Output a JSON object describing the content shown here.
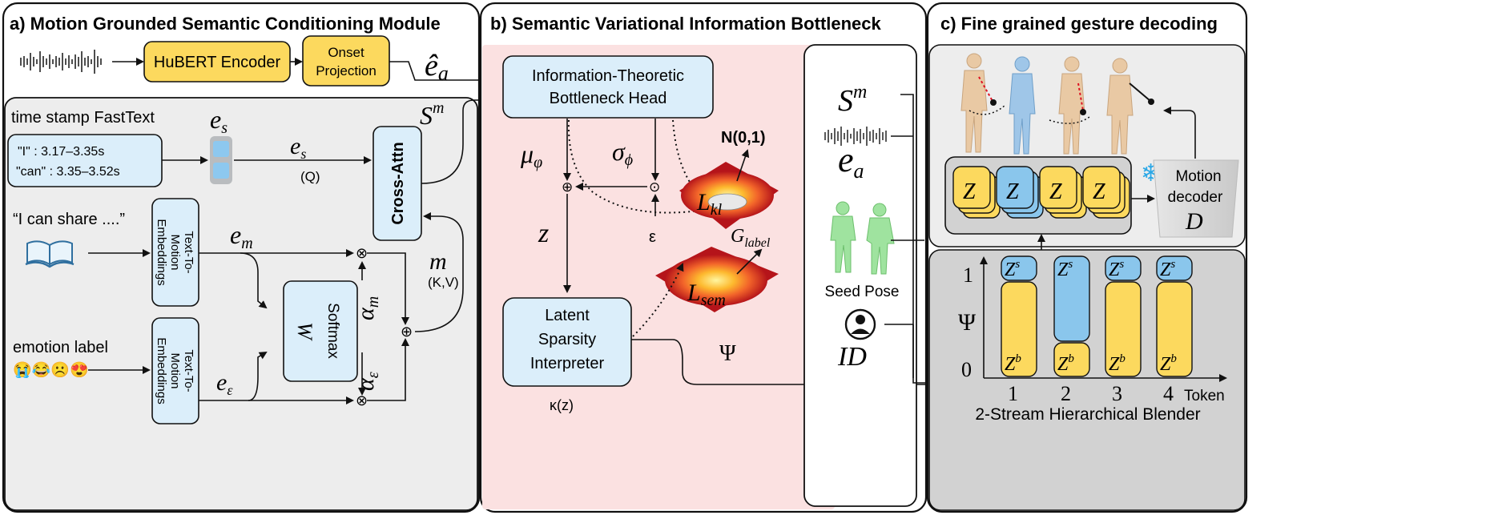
{
  "colors": {
    "yellow_box": "#fcd95e",
    "blue_box": "#dbeefa",
    "blue_token": "#8ac6ec",
    "pink_panel": "#fbe1e1",
    "gray_panel": "#ededed",
    "dark_gray_panel": "#d2d2d2",
    "green_body": "#9fe39f",
    "skin_body": "#e9c9a4",
    "blue_body": "#9fc6e8"
  },
  "panel_a": {
    "title": "a) Motion Grounded Semantic Conditioning Module",
    "hubert": "HuBERT Encoder",
    "onset": [
      "Onset",
      "Projection"
    ],
    "ea_hat": "ê",
    "ea_hat_sub": "a",
    "timestamp_label": "time stamp  FastText",
    "es": "e",
    "es_sub": "s",
    "es2": "e",
    "es2_sub": "s",
    "q": "(Q)",
    "sm": "S",
    "sm_sup": "m",
    "cross_attn": "Cross-Attn",
    "timestamps": [
      "\"I\" : 3.17–3.35s",
      "\"can\" : 3.35–3.52s"
    ],
    "quote": "“I can share ....”",
    "book_icon": "book-icon",
    "ttm": [
      "Text-To-",
      "Motion",
      "Embeddings"
    ],
    "em": "e",
    "em_sub": "m",
    "m": "m",
    "kv": "(K,V)",
    "softmax": "Softmax",
    "w": "W",
    "alpha_m": "α",
    "alpha_m_sub": "m",
    "alpha_e": "α",
    "alpha_e_sub": "ε",
    "emotion_label": "emotion label",
    "emojis": "😭😂☹️😍",
    "ee": "e",
    "ee_sub": "ε"
  },
  "panel_b": {
    "title": "b)  Semantic Variational Information Bottleneck",
    "head": [
      "Information-Theoretic",
      "Bottleneck Head"
    ],
    "mu": "μ",
    "mu_sub": "φ",
    "sigma": "σ",
    "sigma_sub": "ϕ",
    "n01": "N(0,1)",
    "lkl": "L",
    "lkl_sub": "kl",
    "z": "z",
    "eps": "ε",
    "glabel": "G",
    "glabel_sub": "label",
    "lsem": "L",
    "lsem_sub": "sem",
    "interp": [
      "Latent",
      "Sparsity",
      "Interpreter"
    ],
    "kappa": "κ(z)",
    "psi": "Ψ",
    "sm": "S",
    "sm_sup": "m",
    "ea": "e",
    "ea_sub": "a",
    "seed_pose": "Seed Pose",
    "id": "ID",
    "person_icon": "person-icon"
  },
  "panel_c": {
    "title": "c) Fine grained gesture decoding",
    "z": "Z",
    "snowflake": "❄",
    "decoder": [
      "Motion",
      "decoder"
    ],
    "d": "D",
    "psi": "Ψ",
    "y1": "1",
    "y0": "0",
    "tokens": [
      "1",
      "2",
      "3",
      "4"
    ],
    "token_label": "Token",
    "zs": "Z",
    "zs_sup": "s",
    "zb": "Z",
    "zb_sup": "b",
    "blender": "2-Stream Hierarchical Blender"
  }
}
